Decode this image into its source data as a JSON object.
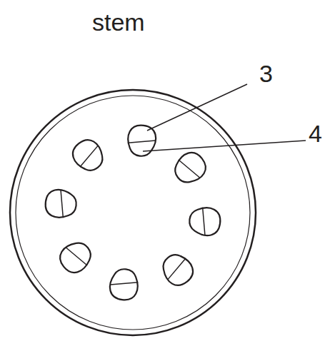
{
  "diagram": {
    "title": "stem",
    "labels": [
      "3",
      "4"
    ]
  }
}
